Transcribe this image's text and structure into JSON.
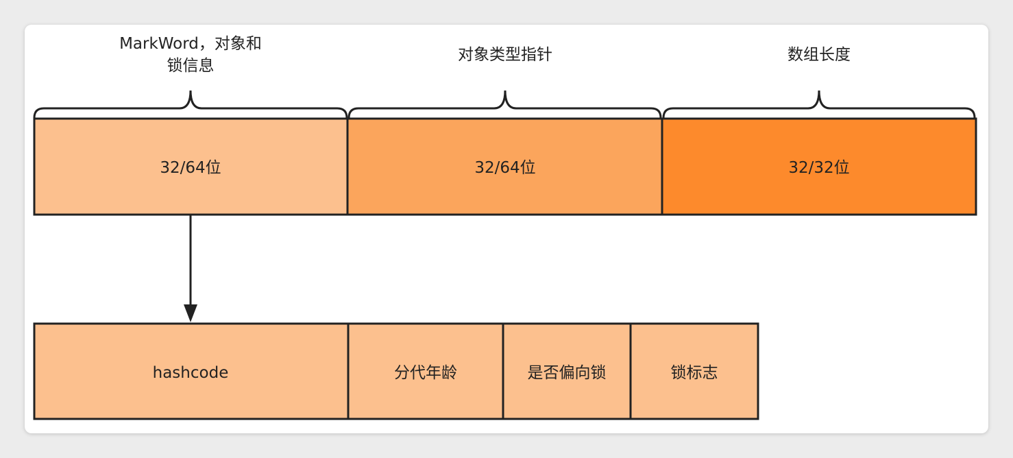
{
  "colors": {
    "light": "#fcc08e",
    "medium": "#fba55c",
    "dark": "#fd8a2c",
    "stroke": "#222222"
  },
  "header": {
    "markword_line1": "MarkWord，对象和",
    "markword_line2": "锁信息",
    "class_pointer": "对象类型指针",
    "array_length": "数组长度"
  },
  "top_row": {
    "markword_size": "32/64位",
    "pointer_size": "32/64位",
    "array_size": "32/32位"
  },
  "bottom_row": {
    "hashcode": "hashcode",
    "age": "分代年龄",
    "biased": "是否偏向锁",
    "lock_flag": "锁标志"
  }
}
